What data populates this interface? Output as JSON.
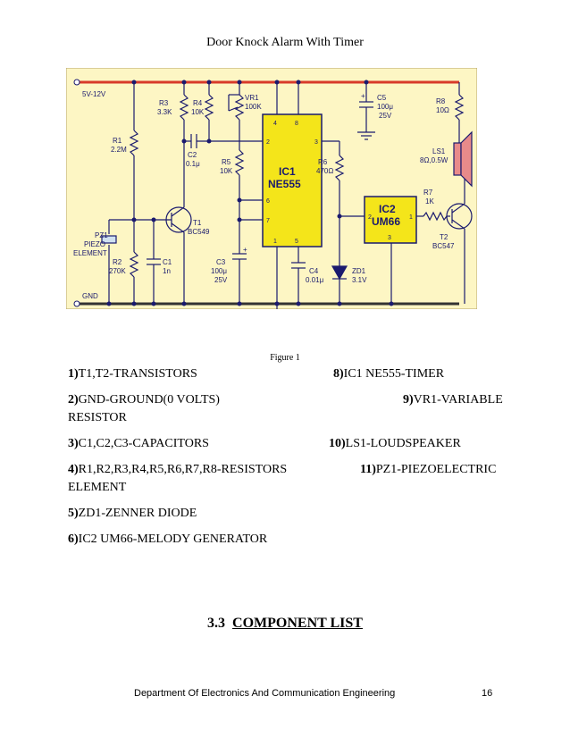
{
  "header": {
    "title": "Door Knock Alarm With Timer"
  },
  "schematic": {
    "supply": "5V-12V",
    "gnd": "GND",
    "r1": [
      "R1",
      "2.2M"
    ],
    "r2": [
      "R2",
      "270K"
    ],
    "r3": [
      "R3",
      "3.3K"
    ],
    "r4": [
      "R4",
      "10K"
    ],
    "vr1": [
      "VR1",
      "100K"
    ],
    "c2": [
      "C2",
      "0.1μ"
    ],
    "r5": [
      "R5",
      "10K"
    ],
    "ic1": [
      "IC1",
      "NE555"
    ],
    "ic1_pins": [
      "4",
      "8",
      "2",
      "3",
      "6",
      "7",
      "1",
      "5"
    ],
    "r6": [
      "R6",
      "470Ω"
    ],
    "c5": [
      "C5",
      "100μ",
      "25V"
    ],
    "r8": [
      "R8",
      "10Ω"
    ],
    "ls1": [
      "LS1",
      "8Ω,0.5W"
    ],
    "pz1": [
      "PZ1",
      "PIEZO",
      "ELEMENT"
    ],
    "t1": [
      "T1",
      "BC549"
    ],
    "c1": [
      "C1",
      "1n"
    ],
    "c3": [
      "C3",
      "100μ",
      "25V"
    ],
    "c4": [
      "C4",
      "0.01μ"
    ],
    "ic2": [
      "IC2",
      "UM66"
    ],
    "ic2_pins": [
      "2",
      "1",
      "3"
    ],
    "r7": [
      "R7",
      "1K"
    ],
    "t2": [
      "T2",
      "BC547"
    ],
    "zd1": [
      "ZD1",
      "3.1V"
    ],
    "plus": "+"
  },
  "figure_caption": "Figure 1",
  "components": [
    {
      "num": "1)",
      "text": "T1,T2-TRANSISTORS"
    },
    {
      "num": "8)",
      "text": "IC1 NE555-TIMER"
    },
    {
      "num": "2)",
      "text": "GND-GROUND(0  VOLTS)"
    },
    {
      "num": "9)",
      "text": "VR1-VARIABLE"
    },
    {
      "num": "",
      "text": "RESISTOR"
    },
    {
      "num": "3)",
      "text": "C1,C2,C3-CAPACITORS"
    },
    {
      "num": "10)",
      "text": "LS1-LOUDSPEAKER"
    },
    {
      "num": "4)",
      "text": "R1,R2,R3,R4,R5,R6,R7,R8-RESISTORS"
    },
    {
      "num": "11)",
      "text": "PZ1-PIEZOELECTRIC"
    },
    {
      "num": "",
      "text": "ELEMENT"
    },
    {
      "num": "5)",
      "text": "ZD1-ZENNER DIODE"
    },
    {
      "num": "6)",
      "text": "IC2 UM66-MELODY GENERATOR"
    }
  ],
  "section": {
    "number": "3.3",
    "title": "COMPONENT LIST"
  },
  "footer": {
    "department": "Department Of Electronics And Communication Engineering",
    "page": "16"
  }
}
